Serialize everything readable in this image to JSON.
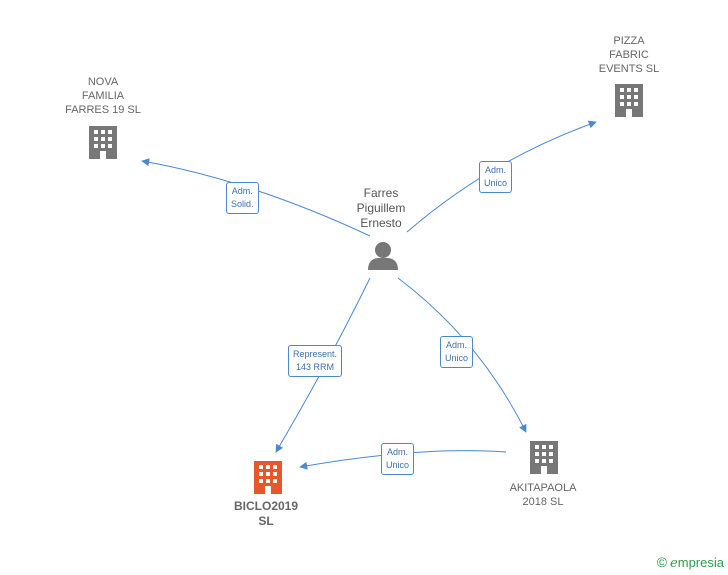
{
  "person": {
    "name": "Farres\nPiguillem\nErnesto"
  },
  "companies": {
    "nova": "NOVA\nFAMILIA\nFARRES 19  SL",
    "pizza": "PIZZA\nFABRIC\nEVENTS  SL",
    "biclo": "BICLO2019\nSL",
    "akitapaola": "AKITAPAOLA\n2018  SL"
  },
  "edges": {
    "nova": "Adm.\nSolid.",
    "pizza": "Adm.\nUnico",
    "biclo": "Represent.\n143 RRM",
    "akitapaola": "Adm.\nUnico",
    "akita_biclo": "Adm.\nUnico"
  },
  "brand": {
    "copyright": "©",
    "name": "mpresia",
    "initial": "e"
  },
  "colors": {
    "edge": "#4a88cf",
    "building": "#777777",
    "focus_building": "#e8572b",
    "person": "#777777"
  }
}
